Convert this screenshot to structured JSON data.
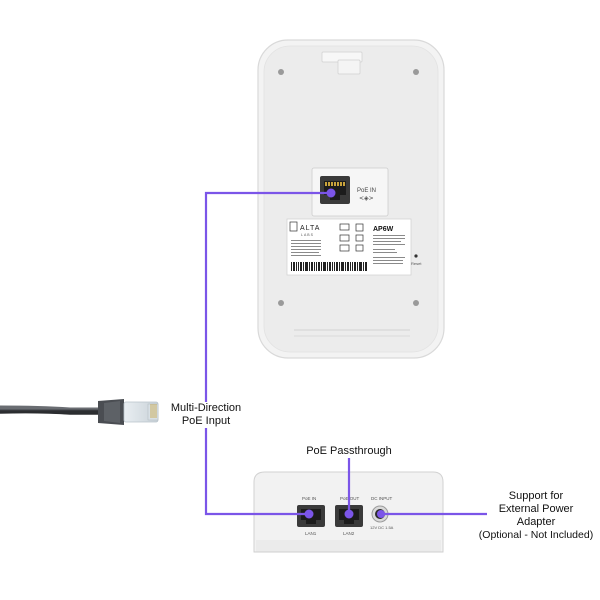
{
  "device": {
    "model": "AP6W",
    "brand": "ALTA",
    "brand_sub": "LABS",
    "poe_in_label": "PoE IN",
    "port_marks": "<◈>",
    "reset_label": "Reset",
    "bottom_ports": {
      "poe_in": "PoE IN",
      "poe_out": "PoE OUT",
      "dc_input": "DC INPUT",
      "lan1": "LAN1",
      "lan2": "LAN2",
      "dc_spec": "12V DC 1.5A"
    }
  },
  "callouts": {
    "multi_direction": [
      "Multi-Direction",
      "PoE Input"
    ],
    "passthrough": [
      "PoE Passthrough"
    ],
    "external_power": [
      "Support for",
      "External Power",
      "Adapter",
      "(Optional - Not Included)"
    ]
  },
  "colors": {
    "accent_line": "#7b55e8",
    "device_body": "#efefef",
    "device_edge": "#d6d6d6",
    "cable": "#4a4d52"
  }
}
